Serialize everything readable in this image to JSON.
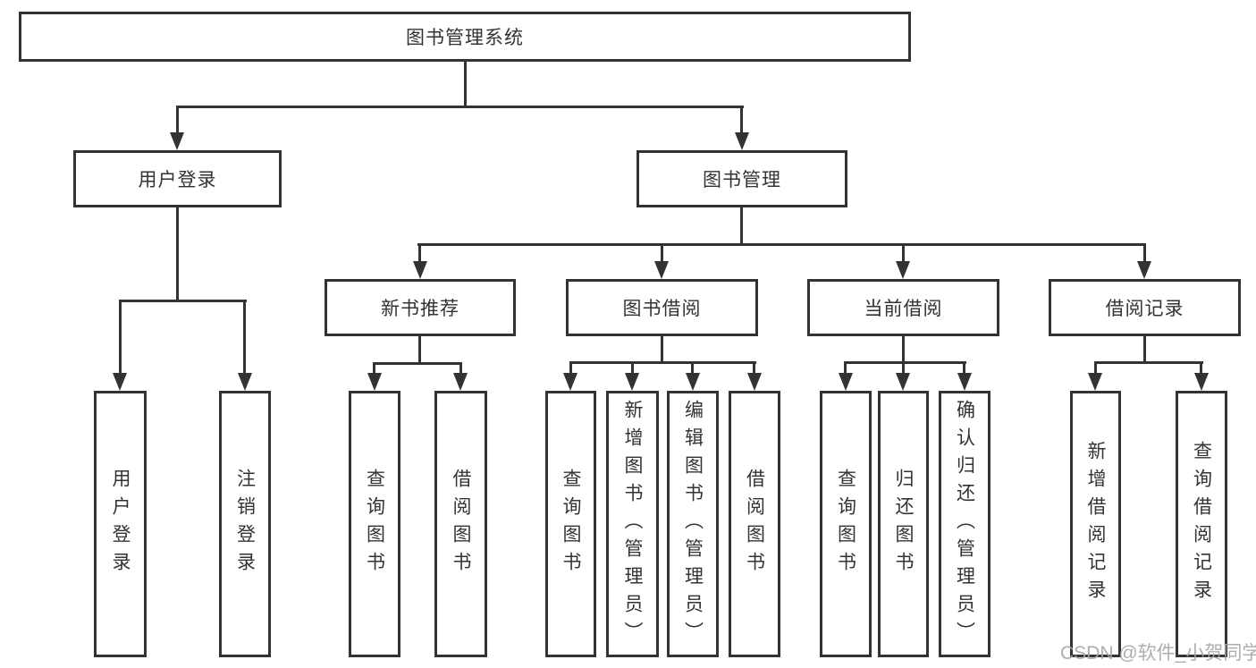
{
  "diagram_title": "图书管理系统",
  "tree": {
    "label": "图书管理系统",
    "children": [
      {
        "label": "用户登录",
        "children": [
          {
            "label": "用户登录"
          },
          {
            "label": "注销登录"
          }
        ]
      },
      {
        "label": "图书管理",
        "children": [
          {
            "label": "新书推荐",
            "children": [
              {
                "label": "查询图书"
              },
              {
                "label": "借阅图书"
              }
            ]
          },
          {
            "label": "图书借阅",
            "children": [
              {
                "label": "查询图书"
              },
              {
                "label": "新增图书（管理员）"
              },
              {
                "label": "编辑图书（管理员）"
              },
              {
                "label": "借阅图书"
              }
            ]
          },
          {
            "label": "当前借阅",
            "children": [
              {
                "label": "查询图书"
              },
              {
                "label": "归还图书"
              },
              {
                "label": "确认归还（管理员）"
              }
            ]
          },
          {
            "label": "借阅记录",
            "children": [
              {
                "label": "新增借阅记录"
              },
              {
                "label": "查询借阅记录"
              }
            ]
          }
        ]
      }
    ]
  },
  "watermark": {
    "text": "CSDN @软件_小贺同学",
    "color": "#a6a6a6"
  },
  "colors": {
    "line": "#333333",
    "box_background": "#ffffff",
    "page_background": "#ffffff"
  }
}
